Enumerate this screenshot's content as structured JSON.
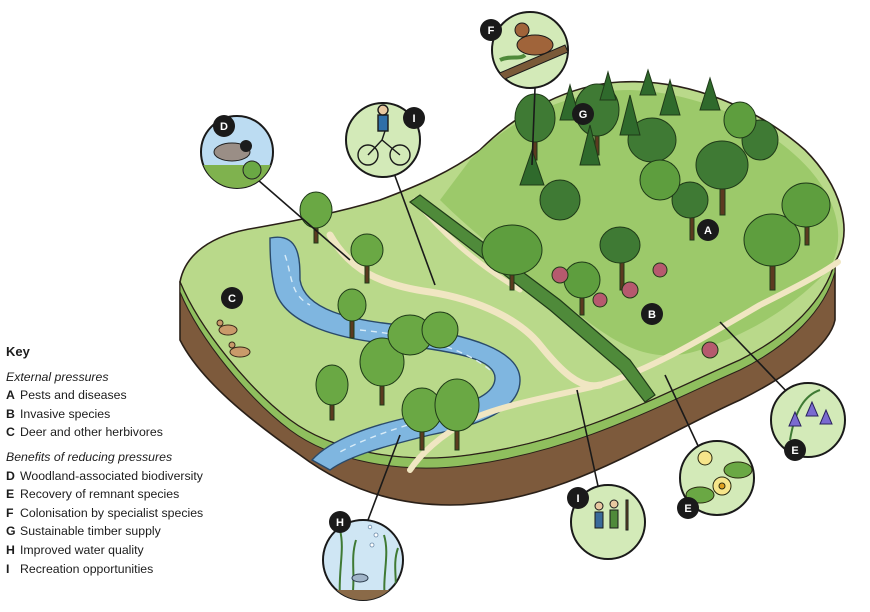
{
  "key": {
    "title": "Key",
    "external_title": "External pressures",
    "external_items": [
      {
        "letter": "A",
        "text": "Pests and diseases"
      },
      {
        "letter": "B",
        "text": "Invasive species"
      },
      {
        "letter": "C",
        "text": "Deer and other herbivores"
      }
    ],
    "benefits_title": "Benefits of reducing pressures",
    "benefit_items": [
      {
        "letter": "D",
        "text": "Woodland-associated biodiversity"
      },
      {
        "letter": "E",
        "text": "Recovery of remnant species"
      },
      {
        "letter": "F",
        "text": "Colonisation by specialist species"
      },
      {
        "letter": "G",
        "text": "Sustainable timber supply"
      },
      {
        "letter": "H",
        "text": "Improved water quality"
      },
      {
        "letter": "I",
        "text": "Recreation opportunities"
      }
    ]
  },
  "badges": {
    "a": "A",
    "b": "B",
    "c": "C",
    "d": "D",
    "e1": "E",
    "e2": "E",
    "f": "F",
    "g": "G",
    "h": "H",
    "i1": "I",
    "i2": "I"
  }
}
